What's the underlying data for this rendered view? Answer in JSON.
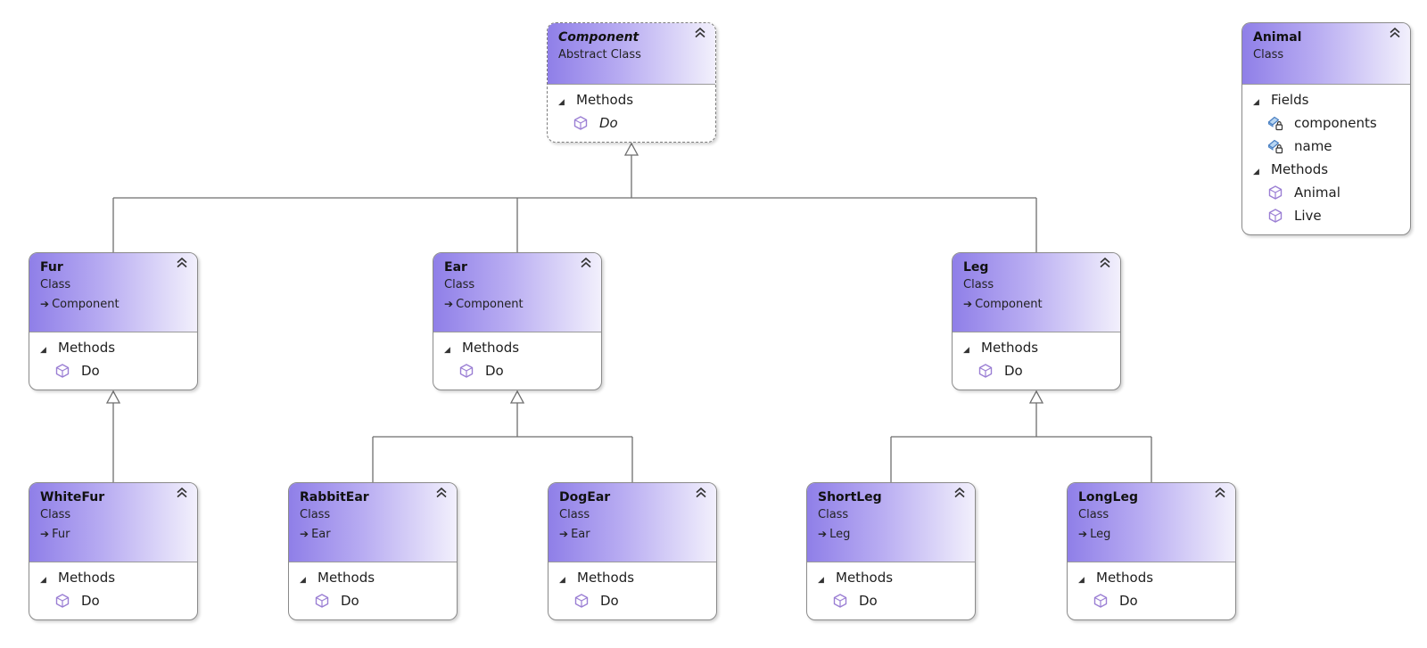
{
  "diagram": {
    "boxes": [
      {
        "id": "component",
        "name": "Component",
        "kind": "Abstract Class",
        "base": "",
        "abstract": true,
        "sections": [
          {
            "title": "Methods",
            "members": [
              {
                "label": "Do",
                "icon": "method-icon",
                "italic": true
              }
            ]
          }
        ]
      },
      {
        "id": "animal",
        "name": "Animal",
        "kind": "Class",
        "base": "",
        "abstract": false,
        "sections": [
          {
            "title": "Fields",
            "members": [
              {
                "label": "components",
                "icon": "private-field-icon"
              },
              {
                "label": "name",
                "icon": "private-field-icon"
              }
            ]
          },
          {
            "title": "Methods",
            "members": [
              {
                "label": "Animal",
                "icon": "method-icon"
              },
              {
                "label": "Live",
                "icon": "method-icon"
              }
            ]
          }
        ]
      },
      {
        "id": "fur",
        "name": "Fur",
        "kind": "Class",
        "base": "Component",
        "abstract": false,
        "sections": [
          {
            "title": "Methods",
            "members": [
              {
                "label": "Do",
                "icon": "method-icon"
              }
            ]
          }
        ]
      },
      {
        "id": "ear",
        "name": "Ear",
        "kind": "Class",
        "base": "Component",
        "abstract": false,
        "sections": [
          {
            "title": "Methods",
            "members": [
              {
                "label": "Do",
                "icon": "method-icon"
              }
            ]
          }
        ]
      },
      {
        "id": "leg",
        "name": "Leg",
        "kind": "Class",
        "base": "Component",
        "abstract": false,
        "sections": [
          {
            "title": "Methods",
            "members": [
              {
                "label": "Do",
                "icon": "method-icon"
              }
            ]
          }
        ]
      },
      {
        "id": "whitefur",
        "name": "WhiteFur",
        "kind": "Class",
        "base": "Fur",
        "abstract": false,
        "sections": [
          {
            "title": "Methods",
            "members": [
              {
                "label": "Do",
                "icon": "method-icon"
              }
            ]
          }
        ]
      },
      {
        "id": "rabbitear",
        "name": "RabbitEar",
        "kind": "Class",
        "base": "Ear",
        "abstract": false,
        "sections": [
          {
            "title": "Methods",
            "members": [
              {
                "label": "Do",
                "icon": "method-icon"
              }
            ]
          }
        ]
      },
      {
        "id": "dogear",
        "name": "DogEar",
        "kind": "Class",
        "base": "Ear",
        "abstract": false,
        "sections": [
          {
            "title": "Methods",
            "members": [
              {
                "label": "Do",
                "icon": "method-icon"
              }
            ]
          }
        ]
      },
      {
        "id": "shortleg",
        "name": "ShortLeg",
        "kind": "Class",
        "base": "Leg",
        "abstract": false,
        "sections": [
          {
            "title": "Methods",
            "members": [
              {
                "label": "Do",
                "icon": "method-icon"
              }
            ]
          }
        ]
      },
      {
        "id": "longleg",
        "name": "LongLeg",
        "kind": "Class",
        "base": "Leg",
        "abstract": false,
        "sections": [
          {
            "title": "Methods",
            "members": [
              {
                "label": "Do",
                "icon": "method-icon"
              }
            ]
          }
        ]
      }
    ],
    "inheritance": [
      {
        "from": [
          "fur",
          "ear",
          "leg"
        ],
        "to": "component"
      },
      {
        "from": [
          "whitefur"
        ],
        "to": "fur"
      },
      {
        "from": [
          "rabbitear",
          "dogear"
        ],
        "to": "ear"
      },
      {
        "from": [
          "shortleg",
          "longleg"
        ],
        "to": "leg"
      }
    ],
    "colors": {
      "header_start": "#8f7fe8",
      "header_end": "#f2f0fc",
      "border": "#8a8a8a",
      "connector": "#6e6e6e",
      "icon": "#9b7fd4"
    }
  }
}
